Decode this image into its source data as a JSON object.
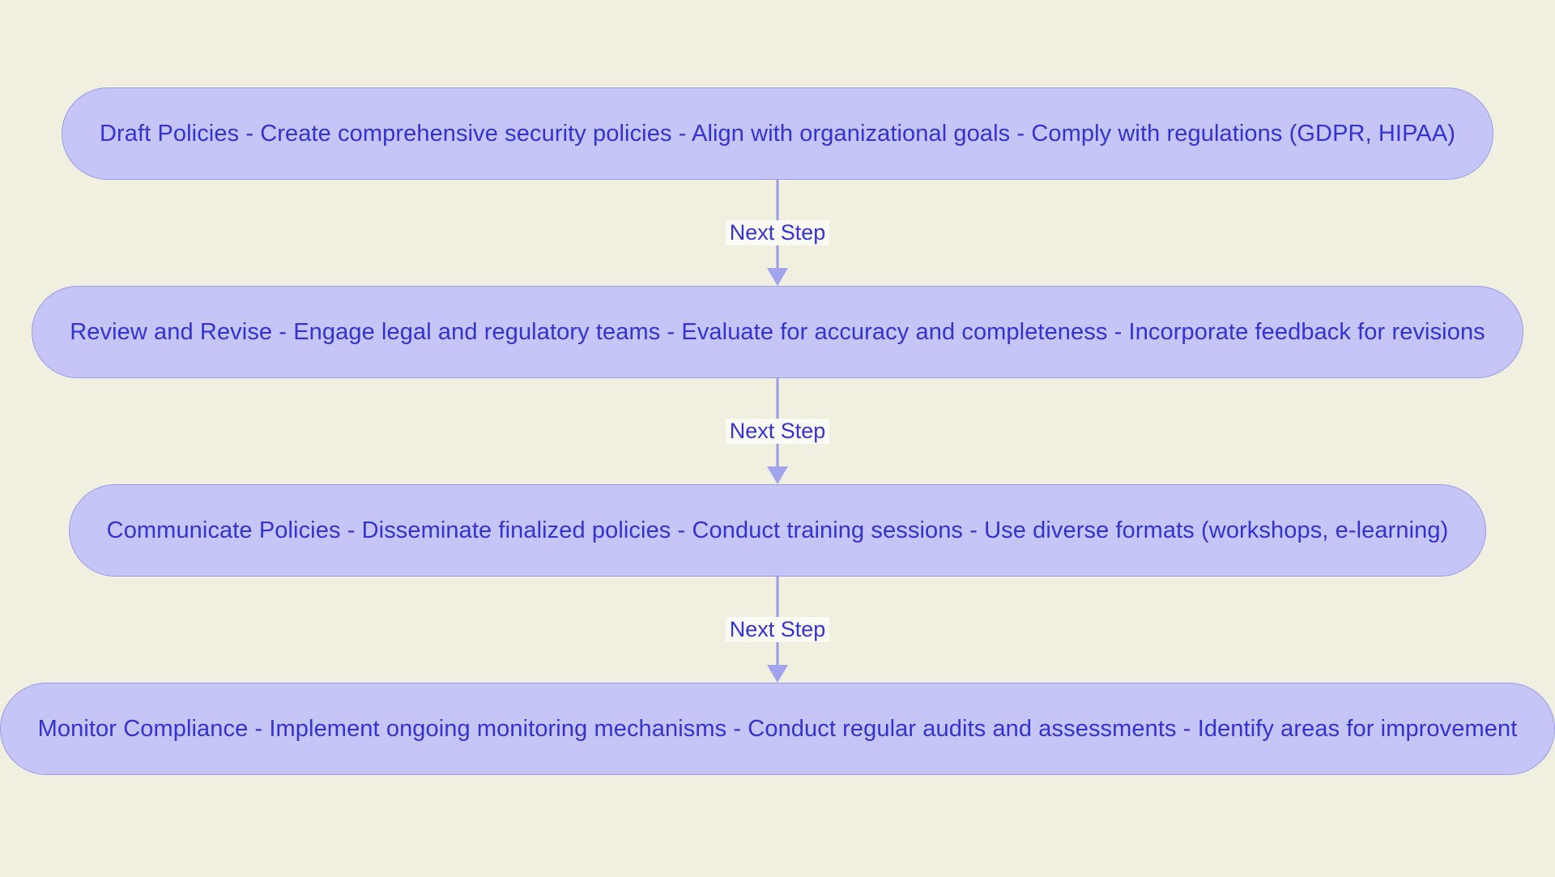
{
  "diagram": {
    "type": "flowchart",
    "orientation": "top-to-bottom",
    "background_color": "#f0efe0",
    "node_fill_color": "#c5c6f7",
    "node_border_color": "#9a9be8",
    "node_text_color": "#3532d4",
    "edge_color": "#9a9be8",
    "nodes": [
      {
        "id": "draft-policies",
        "label": "Draft Policies - Create comprehensive security policies - Align with organizational goals - Comply with regulations (GDPR, HIPAA)"
      },
      {
        "id": "review-and-revise",
        "label": "Review and Revise - Engage legal and regulatory teams - Evaluate for accuracy and completeness - Incorporate feedback for revisions"
      },
      {
        "id": "communicate-policies",
        "label": "Communicate Policies - Disseminate finalized policies - Conduct training sessions - Use diverse formats (workshops, e-learning)"
      },
      {
        "id": "monitor-compliance",
        "label": "Monitor Compliance - Implement ongoing monitoring mechanisms - Conduct regular audits and assessments - Identify areas for improvement"
      }
    ],
    "edges": [
      {
        "from": "draft-policies",
        "to": "review-and-revise",
        "label": "Next Step"
      },
      {
        "from": "review-and-revise",
        "to": "communicate-policies",
        "label": "Next Step"
      },
      {
        "from": "communicate-policies",
        "to": "monitor-compliance",
        "label": "Next Step"
      }
    ]
  }
}
